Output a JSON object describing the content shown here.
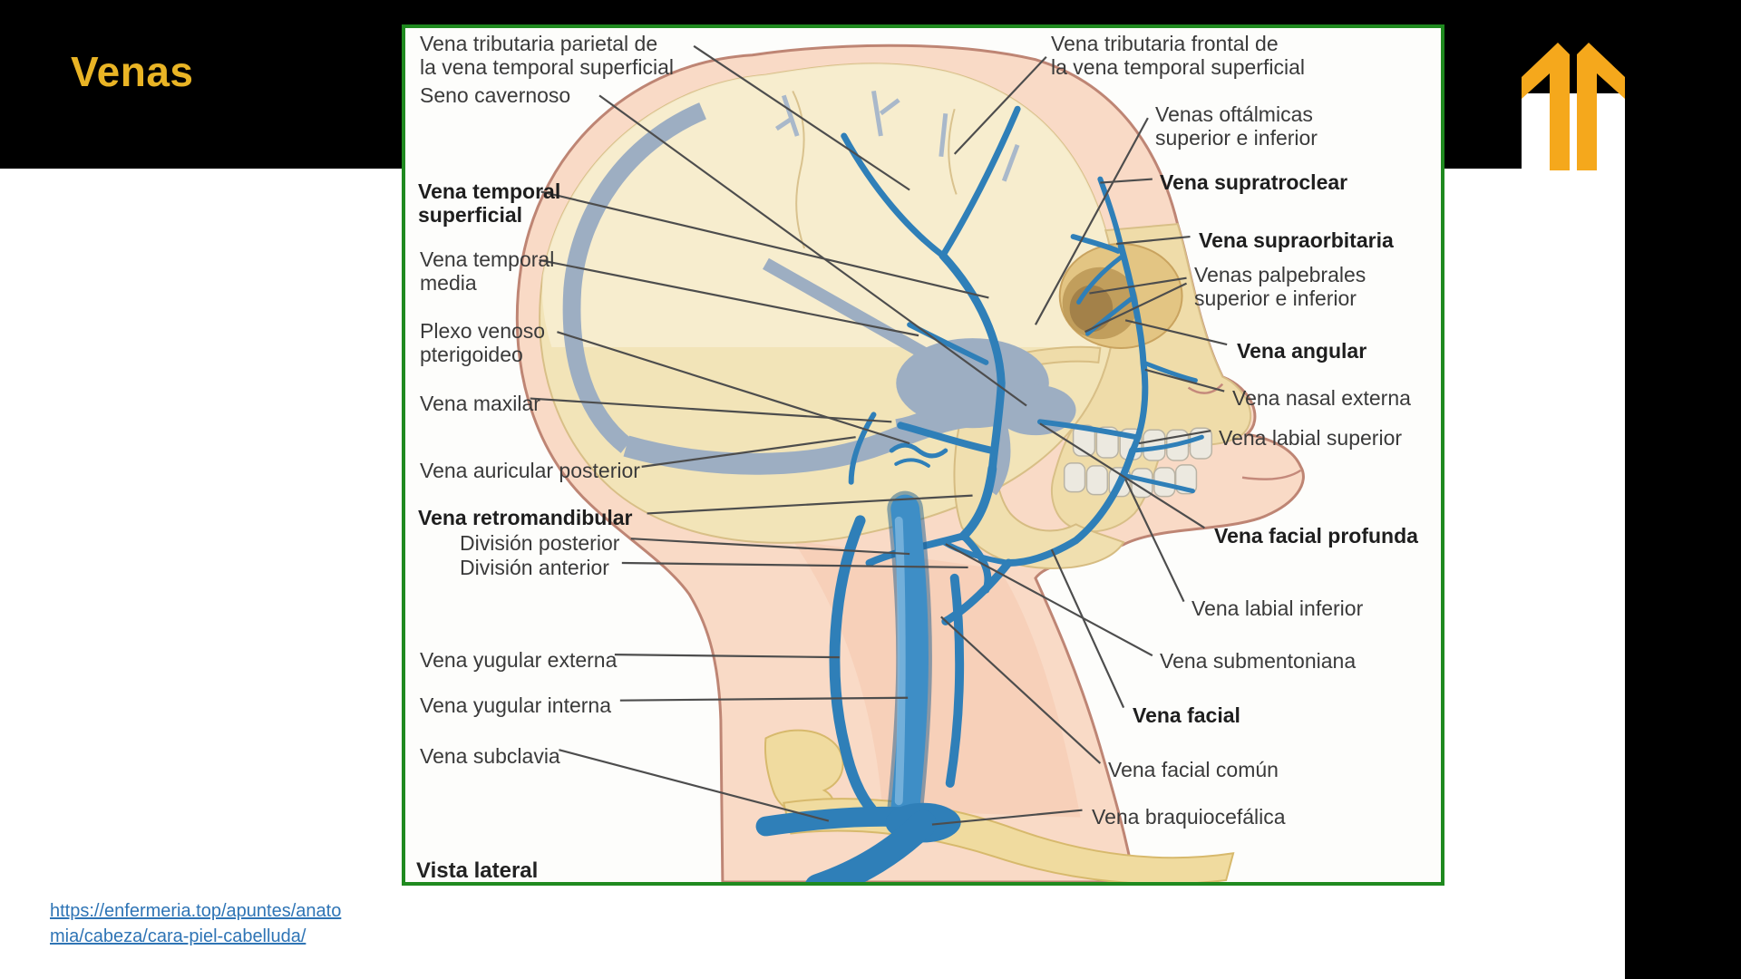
{
  "header": {
    "title": "Venas",
    "band_color": "#000000",
    "title_color": "#E9B425"
  },
  "logo": {
    "name": "double-up-arrows",
    "color": "#F5A81C"
  },
  "source": {
    "link_text": "https://enfermeria.top/apuntes/anato\nmia/cabeza/cara-piel-cabelluda/",
    "color": "#2E74B5"
  },
  "diagram": {
    "border_color": "#1F8A1F",
    "caption": "Vista lateral",
    "labels_left": [
      {
        "text": "Vena tributaria parietal de\nla vena temporal superficial"
      },
      {
        "text": "Seno cavernoso"
      },
      {
        "text": "Vena temporal\nsuperficial"
      },
      {
        "text": "Vena temporal\nmedia"
      },
      {
        "text": "Plexo venoso\npterigoideo"
      },
      {
        "text": "Vena maxilar"
      },
      {
        "text": "Vena auricular posterior"
      },
      {
        "text": "Vena retromandibular"
      },
      {
        "text": "División posterior"
      },
      {
        "text": "División anterior"
      },
      {
        "text": "Vena yugular externa"
      },
      {
        "text": "Vena yugular interna"
      },
      {
        "text": "Vena subclavia"
      }
    ],
    "labels_right": [
      {
        "text": "Vena tributaria frontal de\nla vena temporal superficial"
      },
      {
        "text": "Venas oftálmicas\nsuperior e inferior"
      },
      {
        "text": "Vena supratroclear"
      },
      {
        "text": "Vena supraorbitaria"
      },
      {
        "text": "Venas palpebrales\nsuperior e inferior"
      },
      {
        "text": "Vena angular"
      },
      {
        "text": "Vena nasal externa"
      },
      {
        "text": "Vena labial superior"
      },
      {
        "text": "Vena facial profunda"
      },
      {
        "text": "Vena labial inferior"
      },
      {
        "text": "Vena submentoniana"
      },
      {
        "text": "Vena facial"
      },
      {
        "text": "Vena facial común"
      },
      {
        "text": "Vena braquiocefálica"
      }
    ]
  }
}
